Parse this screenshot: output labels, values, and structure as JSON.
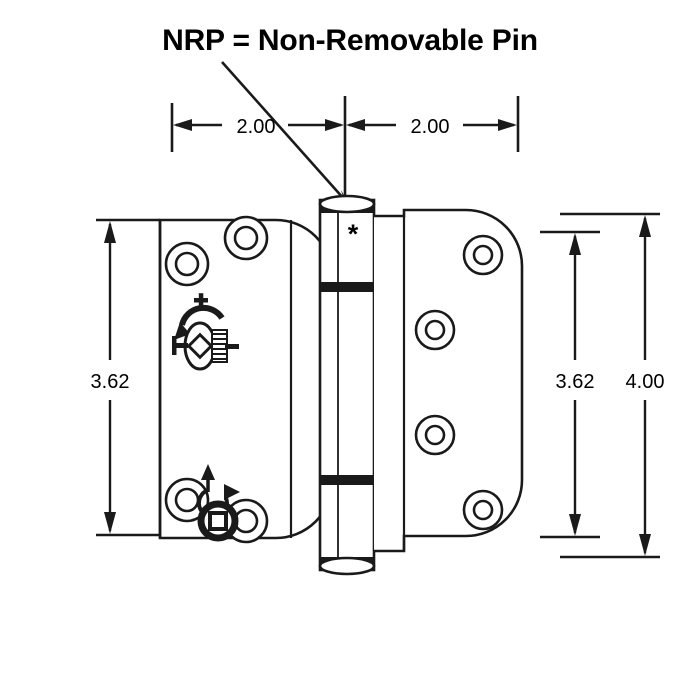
{
  "drawing": {
    "title": "NRP = Non-Removable Pin",
    "pin_marker": "*",
    "line_color": "#1a1a1a",
    "background_color": "#ffffff"
  },
  "dimensions": {
    "horizontal": [
      {
        "id": "left-leaf-width",
        "label": "2.00"
      },
      {
        "id": "right-leaf-width",
        "label": "2.00"
      }
    ],
    "vertical": [
      {
        "id": "left-leaf-height",
        "label": "3.62"
      },
      {
        "id": "right-leaf-height",
        "label": "3.62"
      },
      {
        "id": "overall-height",
        "label": "4.00"
      }
    ]
  },
  "symbols": {
    "vertical_adjust_plus": "+",
    "lateral_adjust": "adjustment-arrow"
  }
}
